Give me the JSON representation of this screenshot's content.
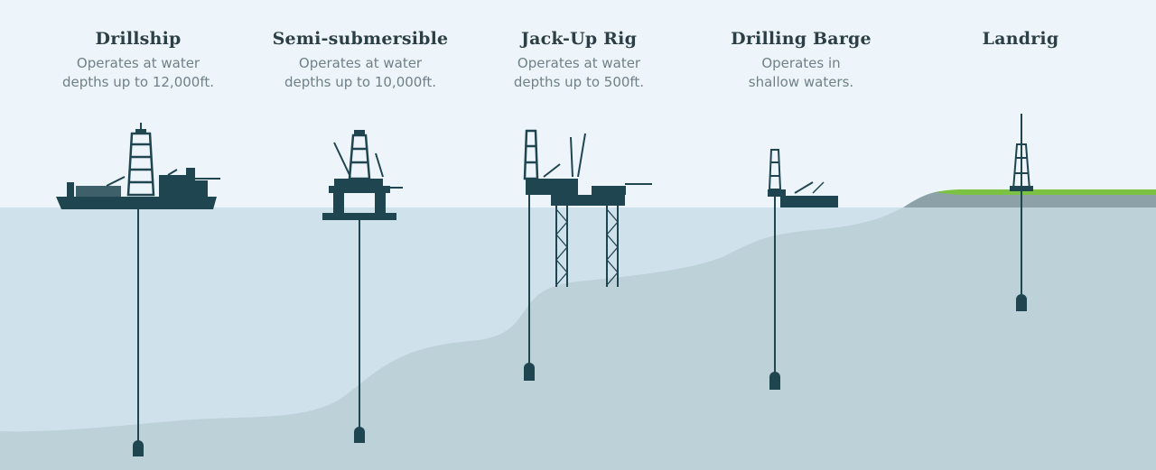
{
  "rigs": [
    {
      "title": "Drillship",
      "desc_line1": "Operates at water",
      "desc_line2": "depths up to 12,000ft."
    },
    {
      "title": "Semi-submersible",
      "desc_line1": "Operates at water",
      "desc_line2": "depths up to 10,000ft."
    },
    {
      "title": "Jack-Up Rig",
      "desc_line1": "Operates at water",
      "desc_line2": "depths up to 500ft."
    },
    {
      "title": "Drilling Barge",
      "desc_line1": "Operates in",
      "desc_line2": "shallow waters."
    },
    {
      "title": "Landrig",
      "desc_line1": "",
      "desc_line2": ""
    }
  ],
  "colors": {
    "sky": "#eef5fa",
    "water": "#cfe2ec",
    "seabed": "#bdd1d8",
    "land": "#8da1a8",
    "grass": "#7cc242",
    "structure": "#1f4550",
    "text_title": "#2c3f47",
    "text_desc": "#6f8088"
  }
}
